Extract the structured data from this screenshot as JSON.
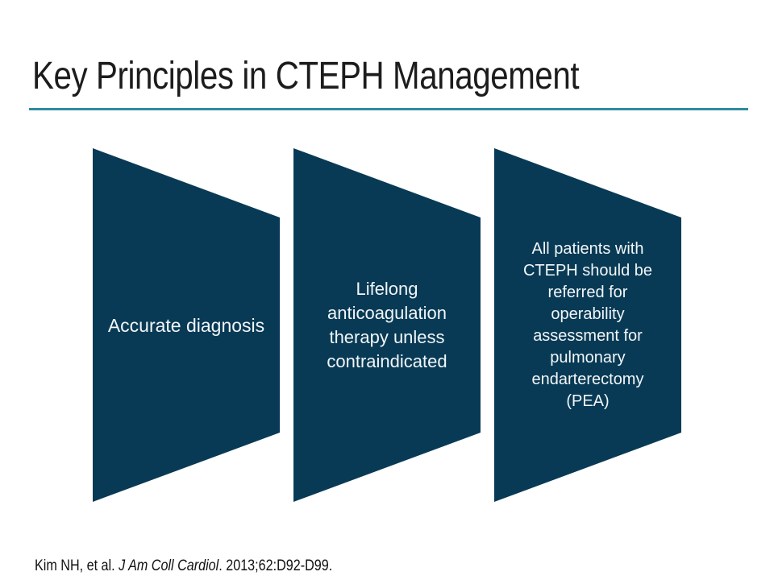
{
  "slide": {
    "title": "Key Principles in CTEPH Management",
    "chevrons": [
      {
        "text": "Accurate diagnosis"
      },
      {
        "text": "Lifelong anticoagulation therapy unless contraindicated"
      },
      {
        "text": "All patients with CTEPH should be referred for operability assessment for pulmonary endarterectomy (PEA)"
      }
    ],
    "citation": {
      "prefix": "Kim NH, et al. ",
      "journal": "J Am Coll Cardiol",
      "suffix": ". 2013;62:D92-D99."
    },
    "colors": {
      "chevron_fill": "#083a55",
      "chevron_text": "#f2f6f8",
      "divider": "#2f8b9f",
      "title_text": "#1c1c1c"
    }
  }
}
